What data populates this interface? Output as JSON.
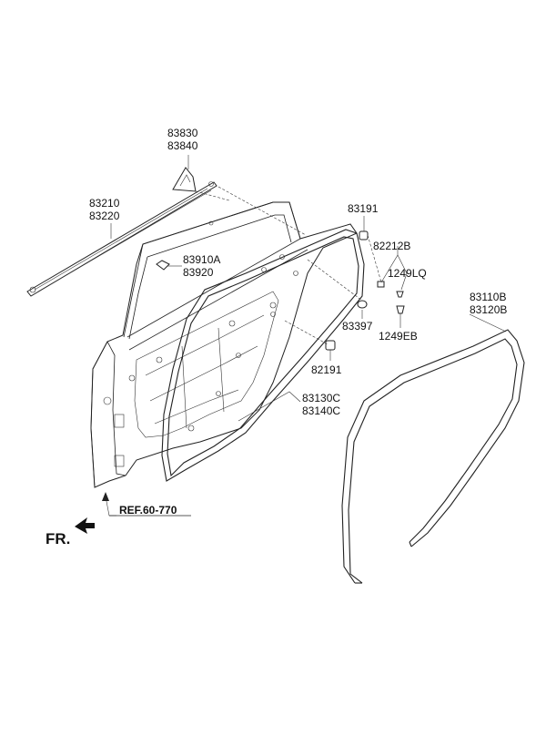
{
  "labels": {
    "p83830": "83830",
    "p83840": "83840",
    "p83210": "83210",
    "p83220": "83220",
    "p83191": "83191",
    "p82212b": "82212B",
    "p83910a": "83910A",
    "p83920": "83920",
    "p1249lq": "1249LQ",
    "p83110b": "83110B",
    "p83120b": "83120B",
    "p83397": "83397",
    "p1249eb": "1249EB",
    "p82191": "82191",
    "p83130c": "83130C",
    "p83140c": "83140C",
    "ref": "REF.60-770",
    "fr": "FR."
  }
}
